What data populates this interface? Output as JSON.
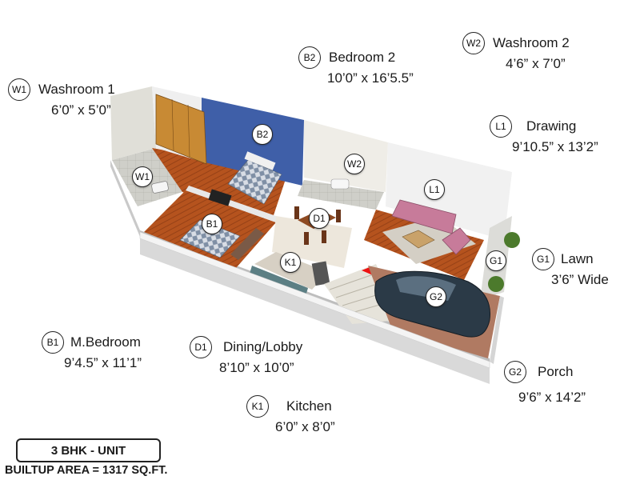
{
  "rooms": {
    "W1": {
      "code": "W1",
      "name": "Washroom 1",
      "dims": "6’0” x 5’0”"
    },
    "B2": {
      "code": "B2",
      "name": "Bedroom 2",
      "dims": "10’0” x 16’5.5”"
    },
    "W2": {
      "code": "W2",
      "name": "Washroom 2",
      "dims": "4’6” x 7’0”"
    },
    "L1": {
      "code": "L1",
      "name": "Drawing",
      "dims": "9’10.5” x 13’2”"
    },
    "G1": {
      "code": "G1",
      "name": "Lawn",
      "dims": "3’6” Wide"
    },
    "B1": {
      "code": "B1",
      "name": "M.Bedroom",
      "dims": "9’4.5” x 11’1”"
    },
    "D1": {
      "code": "D1",
      "name": "Dining/Lobby",
      "dims": "8’10” x 10’0”"
    },
    "G2": {
      "code": "G2",
      "name": "Porch",
      "dims": "9’6” x 14’2”"
    },
    "K1": {
      "code": "K1",
      "name": "Kitchen",
      "dims": "6’0” x 8’0”"
    }
  },
  "unit_type": "3 BHK - UNIT",
  "builtup_area": "BUILTUP AREA = 1317 SQ.FT.",
  "colors": {
    "wall": "#f2f2f2",
    "floor_wood": "#b5531e",
    "bedroom2_wall": "#3f5fa8",
    "car": "#2b3a47",
    "sofa": "#c77b9a",
    "porch_floor": "#b07a62"
  }
}
